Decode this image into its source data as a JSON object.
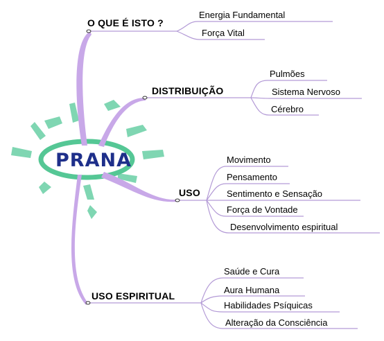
{
  "center": {
    "label": "PRANA"
  },
  "colors": {
    "branch_line": "#c8a8e8",
    "leaf_line": "#b39ad6",
    "burst": "#7fd6b2",
    "ring": "#55c795",
    "center_text": "#1e2f8a"
  },
  "branches": [
    {
      "label": "O QUE É ISTO ?",
      "leaves": [
        "Energia Fundamental",
        "Força Vital"
      ]
    },
    {
      "label": "DISTRIBUIÇÃO",
      "leaves": [
        "Pulmões",
        "Sistema Nervoso",
        "Cérebro"
      ]
    },
    {
      "label": "USO",
      "leaves": [
        "Movimento",
        "Pensamento",
        "Sentimento e Sensação",
        "Força de Vontade",
        "Desenvolvimento espiritual"
      ]
    },
    {
      "label": "USO ESPIRITUAL",
      "leaves": [
        "Saúde e Cura",
        "Aura Humana",
        "Habilidades Psíquicas",
        "Alteração da Consciência"
      ]
    }
  ]
}
